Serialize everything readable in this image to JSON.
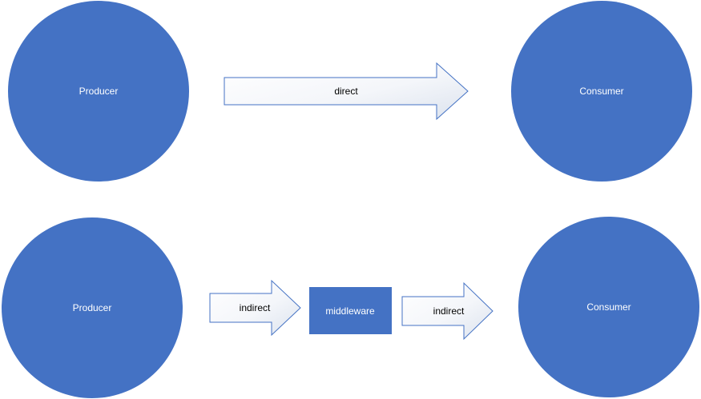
{
  "colors": {
    "node_fill": "#4472C4",
    "arrow_stroke": "#4472C4",
    "arrow_fill_light": "#ffffff",
    "arrow_fill_dark": "#dfe5ef"
  },
  "direct_flow": {
    "producer": "Producer",
    "arrow": "direct",
    "consumer": "Consumer"
  },
  "indirect_flow": {
    "producer": "Producer",
    "arrow_in": "indirect",
    "middleware": "middleware",
    "arrow_out": "indirect",
    "consumer": "Consumer"
  }
}
